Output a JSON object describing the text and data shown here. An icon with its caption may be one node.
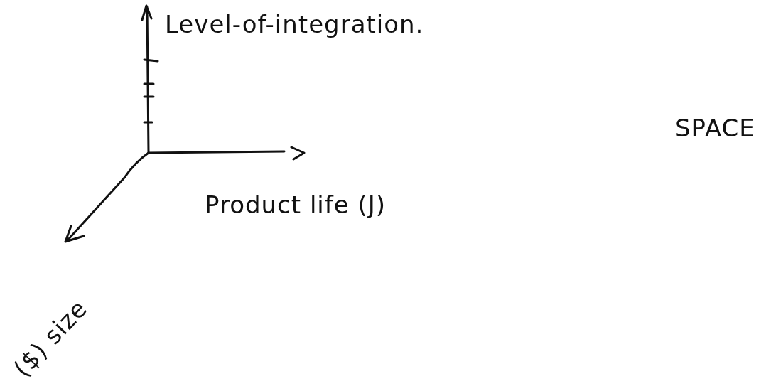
{
  "diagram": {
    "labels": [
      "Level-of-integration.",
      "SPACE",
      "Product life (J)",
      "($) size"
    ]
  }
}
